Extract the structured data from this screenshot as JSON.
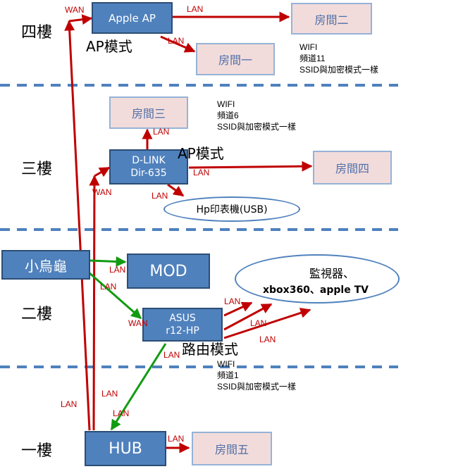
{
  "floors": {
    "f4": "四樓",
    "f3": "三樓",
    "f2": "二樓",
    "f1": "一樓"
  },
  "devices": {
    "apple_ap": "Apple AP",
    "dlink_line1": "D-LINK",
    "dlink_line2": "Dir-635",
    "turtle": "小烏龜",
    "mod": "MOD",
    "asus_line1": "ASUS",
    "asus_line2": "r12-HP",
    "hub": "HUB"
  },
  "rooms": {
    "room2": "房間二",
    "room1": "房間一",
    "room3": "房間三",
    "room4": "房間四",
    "room5": "房間五"
  },
  "modes": {
    "ap4": "AP模式",
    "ap3": "AP模式",
    "router2": "路由模式"
  },
  "printer": "Hp印表機(USB)",
  "monitor": {
    "line1": "監視器、",
    "line2": "xbox360、apple TV"
  },
  "wifi_notes": {
    "f4": {
      "line1": "WIFI",
      "line2": "頻道11",
      "line3": "SSID與加密模式一樣"
    },
    "f3": {
      "line1": "WIFI",
      "line2": "頻道6",
      "line3": "SSID與加密模式一樣"
    },
    "f2": {
      "line1": "WIFI",
      "line2": "頻道1",
      "line3": "SSID與加密模式一樣"
    }
  },
  "labels": {
    "wan": "WAN",
    "lan": "LAN"
  },
  "colors": {
    "device_fill": "#4f81bd",
    "room_fill": "#f2dcdb",
    "red_link": "#c00000",
    "green_link": "#129b12",
    "divider": "#4f81bd"
  }
}
